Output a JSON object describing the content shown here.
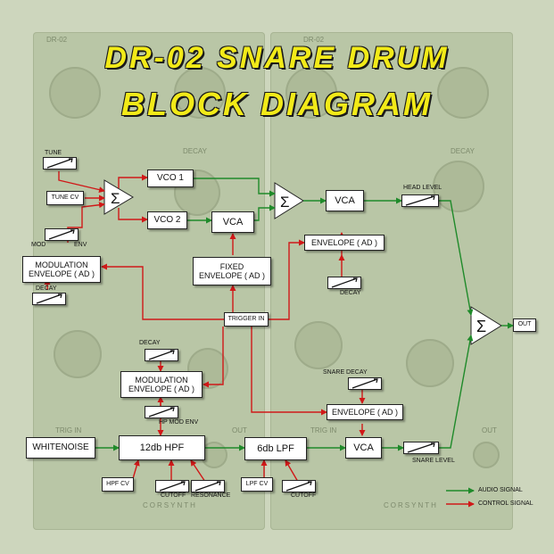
{
  "title": {
    "line1": "DR-02 SNARE DRUM",
    "line2": "BLOCK DIAGRAM"
  },
  "background": {
    "panel_labels": [
      "DR-02",
      "DR-02",
      "DECAY",
      "DECAY",
      "TRIG IN",
      "TRIG IN",
      "OUT",
      "OUT"
    ],
    "brand": [
      "CORSYNTH",
      "CORSYNTH"
    ]
  },
  "blocks": {
    "vco1": "VCO 1",
    "vco2": "VCO 2",
    "vca_tone": "VCA",
    "vca_main": "VCA",
    "vca_snare": "VCA",
    "tune_cv": "TUNE CV",
    "mod_env_line1": "MODULATION",
    "mod_env_line2": "ENVELOPE ( AD )",
    "fixed_env_line1": "FIXED",
    "fixed_env_line2": "ENVELOPE ( AD )",
    "env_main": "ENVELOPE ( AD )",
    "trigger_in": "TRIGGER IN",
    "mod_env2_line1": "MODULATION",
    "mod_env2_line2": "ENVELOPE ( AD )",
    "env_snare": "ENVELOPE ( AD )",
    "whitenoise": "WHITENOISE",
    "hpf": "12db HPF",
    "lpf": "6db LPF",
    "hpf_cv": "HPF CV",
    "lpf_cv": "LPF CV",
    "out": "OUT"
  },
  "mixer_symbol": "Σ",
  "labels": {
    "tune": "TUNE",
    "mod": "MOD",
    "env": "ENV",
    "decay_mod": "DECAY",
    "decay_main": "DECAY",
    "decay_hp": "DECAY",
    "head_level": "HEAD LEVEL",
    "hp_mod_env": "HP MOD ENV",
    "snare_decay": "SNARE DECAY",
    "snare_level": "SNARE LEVEL",
    "cutoff_hpf": "CUTOFF",
    "resonance": "RESONANCE",
    "cutoff_lpf": "CUTOFF"
  },
  "legend": {
    "audio": "AUDIO SIGNAL",
    "control": "CONTROL SIGNAL",
    "audio_color": "#1f8a2a",
    "control_color": "#d01818"
  }
}
